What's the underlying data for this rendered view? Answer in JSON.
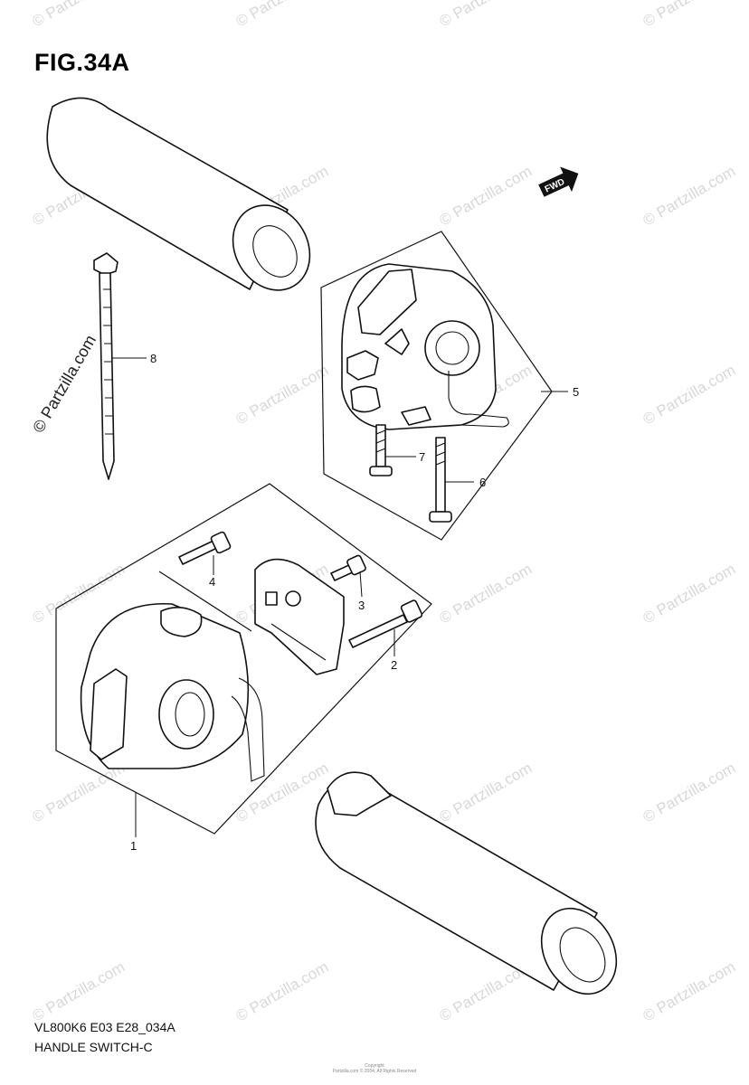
{
  "figure": {
    "title": "FIG.34A"
  },
  "footer": {
    "model_code": "VL800K6 E03 E28_034A",
    "section_name": "HANDLE SWITCH-C",
    "copyright_lines": [
      "Copyright",
      "Partzilla.com © 2004, All Rights Reserved"
    ]
  },
  "watermark": {
    "text": "© Partzilla.com",
    "side_text": "© Partzilla.com"
  },
  "fwd_badge": {
    "label": "FWD"
  },
  "callouts": [
    {
      "id": "callout-1",
      "number": "1"
    },
    {
      "id": "callout-2",
      "number": "2"
    },
    {
      "id": "callout-3",
      "number": "3"
    },
    {
      "id": "callout-4",
      "number": "4"
    },
    {
      "id": "callout-5",
      "number": "5"
    },
    {
      "id": "callout-6",
      "number": "6"
    },
    {
      "id": "callout-7",
      "number": "7"
    },
    {
      "id": "callout-8",
      "number": "8"
    }
  ]
}
